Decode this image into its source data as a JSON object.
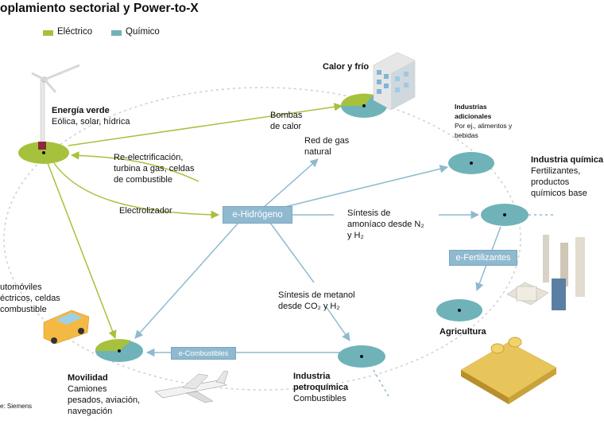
{
  "title": "oplamiento sectorial y Power-to-X",
  "legend": [
    {
      "label": "Eléctrico",
      "color": "#a6c13c"
    },
    {
      "label": "Químico",
      "color": "#6fb3b9"
    }
  ],
  "hub": {
    "label": "e-Hidrógeno"
  },
  "boxes": {
    "fertilizantes": "e-Fertilizantes",
    "combustibles": "e-Combustibles"
  },
  "nodes": {
    "energia_verde": {
      "title": "Energía verde",
      "sub": "Eólica, solar, hídrica"
    },
    "calor_frio": {
      "title": "Calor y frío"
    },
    "industrias_adicionales": {
      "title_1": "Industrias",
      "title_2": "adicionales",
      "sub_1": "Por ej., alimentos y",
      "sub_2": "bebidas"
    },
    "industria_quimica": {
      "title": "Industria química",
      "sub_1": "Fertilizantes,",
      "sub_2": "productos",
      "sub_3": "químicos base"
    },
    "agricultura": {
      "title": "Agricultura"
    },
    "industria_petroquimica": {
      "title_1": "Industria",
      "title_2": "petroquímica",
      "sub": "Combustibles"
    },
    "movilidad": {
      "title": "Movilidad",
      "sub_1": "Camiones",
      "sub_2": "pesados, aviación,",
      "sub_3": "navegación"
    },
    "automoviles": {
      "line_1": "utomóviles",
      "line_2": "éctricos, celdas",
      "line_3": "combustible"
    }
  },
  "flows": {
    "bombas": {
      "line_1": "Bombas",
      "line_2": "de calor"
    },
    "red_gas": {
      "line_1": "Red de gas",
      "line_2": "natural"
    },
    "reelectrificacion": {
      "line_1": "Re-electrificación,",
      "line_2": "turbina a gas, celdas",
      "line_3": "de combustible"
    },
    "electrolizador": "Electrolizador",
    "sintesis_amoniaco": {
      "line_1": "Síntesis de",
      "line_2": "amoníaco desde N₂",
      "line_3": "y H₂"
    },
    "sintesis_metanol": {
      "line_1": "Síntesis de metanol",
      "line_2": "desde CO₂ y H₂"
    }
  },
  "source": "e: Siemens",
  "colors": {
    "green": "#a6c13c",
    "teal": "#6fb3b9",
    "arrow": "#8fb9cf",
    "dashed": "#cfcfcf"
  }
}
